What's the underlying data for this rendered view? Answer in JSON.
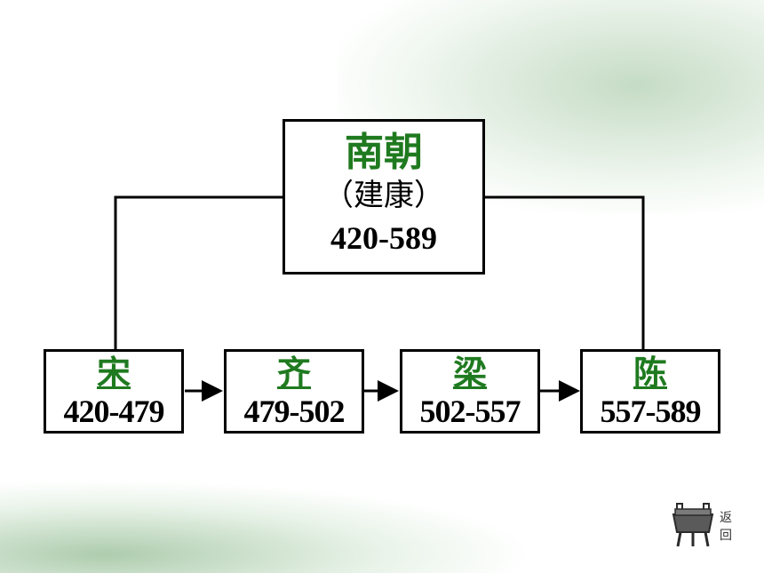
{
  "root": {
    "title": "南朝",
    "capital": "（建康）",
    "range": "420-589"
  },
  "dynasties": [
    {
      "name": "宋",
      "range": "420-479"
    },
    {
      "name": "齐",
      "range": "479-502"
    },
    {
      "name": "梁",
      "range": "502-557"
    },
    {
      "name": "陈",
      "range": "557-589"
    }
  ],
  "return_button": {
    "label_top": "返",
    "label_bottom": "回"
  },
  "colors": {
    "title_green": "#1f7a1f",
    "border": "#000000"
  },
  "icons": [
    "ding-vessel-icon"
  ]
}
